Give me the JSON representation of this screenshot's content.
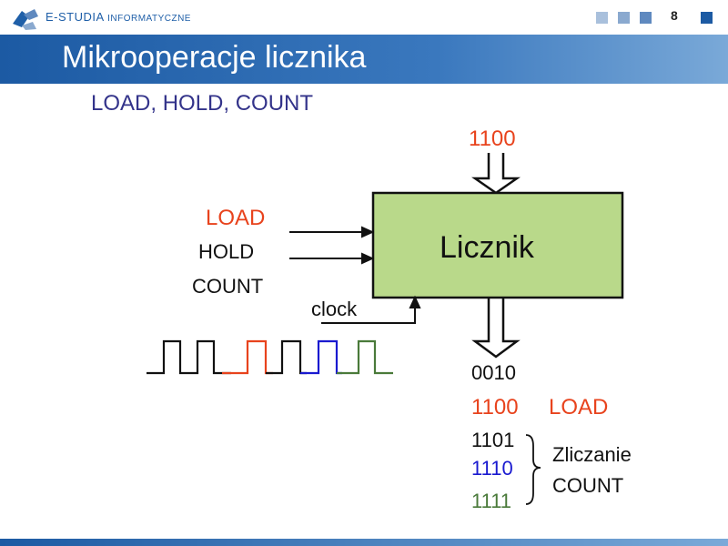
{
  "header": {
    "logo_main": "E-STUDIA",
    "logo_sub": "INFORMATYCZNE",
    "page_number": "8",
    "squares": [
      "#a9c0dc",
      "#8aa9cf",
      "#5f89bf",
      "#1c5aa3"
    ]
  },
  "slide": {
    "title": "Mikrooperacje  licznika",
    "subtitle": "LOAD, HOLD, COUNT"
  },
  "diagram": {
    "block_label": "Licznik",
    "input_value": "1100",
    "inputs": [
      "LOAD",
      "HOLD",
      "COUNT"
    ],
    "clock_label": "clock",
    "output_value": "0010",
    "sequence": [
      {
        "value": "1100",
        "note": "LOAD",
        "color": "#e8431d"
      },
      {
        "value": "1101",
        "note": "",
        "color": "#111111"
      },
      {
        "value": "1110",
        "note": "",
        "color": "#1a1ad0"
      },
      {
        "value": "1111",
        "note": "",
        "color": "#4a7a3a"
      }
    ],
    "count_note_line1": "Zliczanie",
    "count_note_line2": "COUNT",
    "colors": {
      "load": "#e8431d",
      "block_fill": "#b9d98a",
      "clock_red": "#e8431d",
      "clock_blue": "#1a1ad0",
      "clock_green": "#4a7a3a"
    }
  }
}
